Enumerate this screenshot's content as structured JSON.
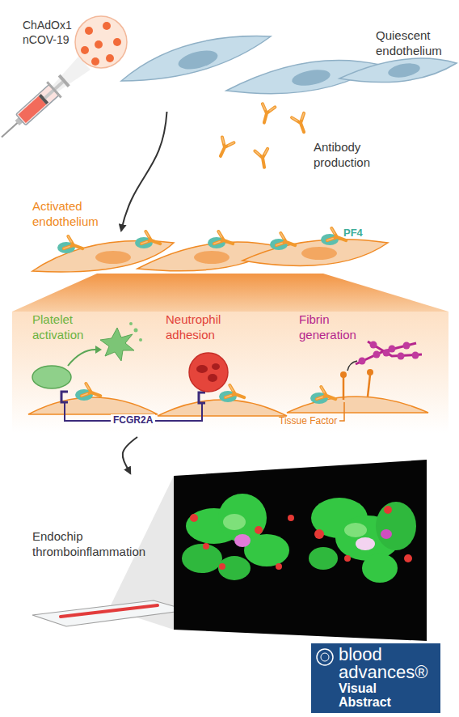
{
  "diagram": {
    "nodes": [
      {
        "text": [
          "Quiescent endothelium"
        ]
      },
      {
        "text": [
          "Activated endothelium"
        ]
      },
      {
        "text": [
          "Platelet activation"
        ],
        "in": 1
      },
      {
        "text": [
          "Neutrophil adhesion"
        ],
        "in": 1
      },
      {
        "text": [
          "Fibrin generation"
        ],
        "in": 1
      },
      {
        "text": [
          "Endochip thromboinflammation"
        ]
      },
      {
        "text": [
          "blood advances®",
          "Visual Abstract"
        ]
      }
    ],
    "edges": [
      {
        "from": 0,
        "to": 1,
        "arrow": "to"
      },
      {
        "from": 1,
        "to": 5,
        "arrow": "to"
      }
    ],
    "labels": [
      "ChAdOx1 nCOV-19",
      "Antibody production",
      "PF4",
      "FCGR2A",
      "Tissue Factor"
    ]
  }
}
